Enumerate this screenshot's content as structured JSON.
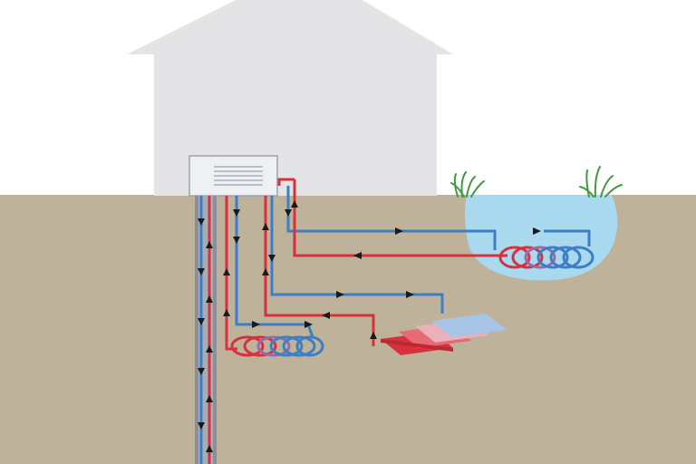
{
  "colors": {
    "sky": "#ffffff",
    "ground": "#bfb29a",
    "house": "#e4e4e6",
    "heat_pump_unit": "#e9ecf0",
    "heat_pump_vent": "#9aa3ad",
    "pond": "#a9d9ee",
    "grass": "#3f9a3a",
    "hot_pipe": "#d8313d",
    "cold_pipe": "#3c7fc4",
    "borehole_casing": "#8c8f98",
    "flow_arrow": "#1a1a1a"
  },
  "icons": {
    "house": "house-icon",
    "heat_pump": "heat-pump-unit-icon",
    "pond": "pond-icon",
    "grass": "grass-icon",
    "flow_arrow": "flow-arrow-icon"
  },
  "loops": [
    {
      "id": "vertical-borehole",
      "kind": "vertical closed loop"
    },
    {
      "id": "horizontal-slinky",
      "kind": "horizontal slinky coil"
    },
    {
      "id": "horizontal-trench",
      "kind": "horizontal flat loop"
    },
    {
      "id": "pond-loop",
      "kind": "pond/lake coil"
    }
  ]
}
